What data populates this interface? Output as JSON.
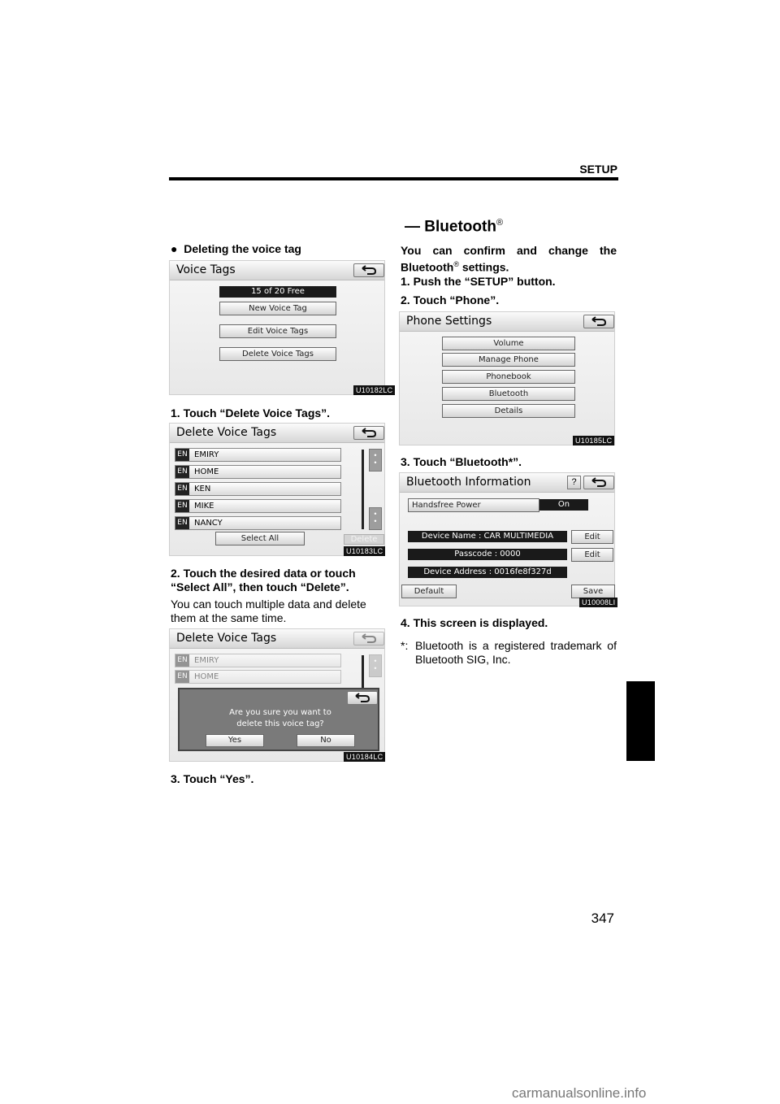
{
  "header": {
    "section": "SETUP",
    "page_number": "347"
  },
  "watermark": "carmanualsonline.info",
  "left": {
    "bullet_heading": "Deleting the voice tag",
    "screen1": {
      "title": "Voice Tags",
      "free_label": "15 of 20 Free",
      "buttons": [
        "New Voice Tag",
        "Edit Voice Tags",
        "Delete Voice Tags"
      ],
      "code": "U10182LC"
    },
    "step1": "1. Touch “Delete Voice Tags”.",
    "screen2": {
      "title": "Delete Voice Tags",
      "lang": "EN",
      "rows": [
        "EMIRY",
        "HOME",
        "KEN",
        "MIKE",
        "NANCY"
      ],
      "select_all": "Select All",
      "delete": "Delete",
      "code": "U10183LC"
    },
    "step2": "2. Touch the desired data or touch “Select All”, then touch “Delete”.",
    "note": "You can touch multiple data and delete them at the same time.",
    "screen3": {
      "title": "Delete Voice Tags",
      "lang": "EN",
      "rows": [
        "EMIRY",
        "HOME"
      ],
      "dialog_line1": "Are you sure you want to",
      "dialog_line2": "delete this voice tag?",
      "yes": "Yes",
      "no": "No",
      "code": "U10184LC"
    },
    "step3": "3. Touch “Yes”."
  },
  "right": {
    "section_title": "— Bluetooth",
    "intro_a": "You can confirm and change the",
    "intro_b": "Bluetooth",
    "intro_c": " settings.",
    "step1": "1. Push the “SETUP” button.",
    "step2": "2. Touch “Phone”.",
    "screen4": {
      "title": "Phone Settings",
      "buttons": [
        "Volume",
        "Manage Phone",
        "Phonebook",
        "Bluetooth",
        "Details"
      ],
      "code": "U10185LC"
    },
    "step3": "3. Touch “Bluetooth*”.",
    "screen5": {
      "title": "Bluetooth Information",
      "help": "?",
      "handsfree_label": "Handsfree Power",
      "handsfree_value": "On",
      "device_name": "Device Name : CAR MULTIMEDIA",
      "passcode": "Passcode : 0000",
      "device_address": "Device Address : 0016fe8f327d",
      "edit": "Edit",
      "default": "Default",
      "save": "Save",
      "code": "U10008LI"
    },
    "step4": "4. This screen is displayed.",
    "footnote_mark": "*:",
    "footnote_a": "Bluetooth is a registered trademark of",
    "footnote_b": "Bluetooth SIG, Inc."
  }
}
